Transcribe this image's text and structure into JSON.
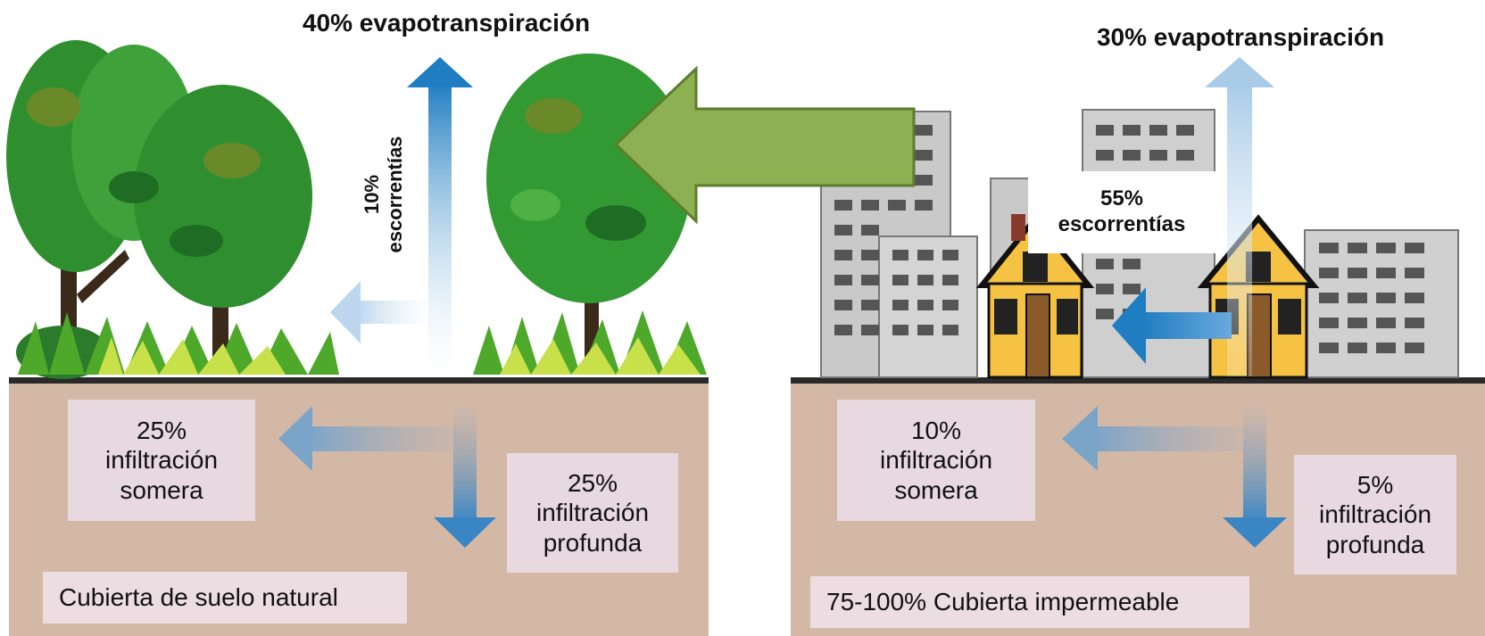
{
  "colors": {
    "ground": "#d4b8a6",
    "ground_line": "#2a2a2a",
    "label_box": "#e8d8e0",
    "arrow_blue": "#1f7dc1",
    "arrow_green": "#8cb052",
    "tree_green": "#2f8f2f",
    "house_yellow": "#f6c244",
    "building_gray": "#c9c9c9"
  },
  "natural": {
    "evapotranspiration": "40% evapotranspiración",
    "runoff": "10%\nescorrentías",
    "shallow_infiltration": "25%\ninfiltración\nsomera",
    "deep_infiltration": "25%\ninfiltración\nprofunda",
    "cover": "Cubierta de suelo natural"
  },
  "urban": {
    "evapotranspiration": "30% evapotranspiración",
    "runoff": "55%\nescorrentías",
    "shallow_infiltration": "10%\ninfiltración\nsomera",
    "deep_infiltration": "5%\ninfiltración\nprofunda",
    "cover": "75-100% Cubierta impermeable"
  }
}
